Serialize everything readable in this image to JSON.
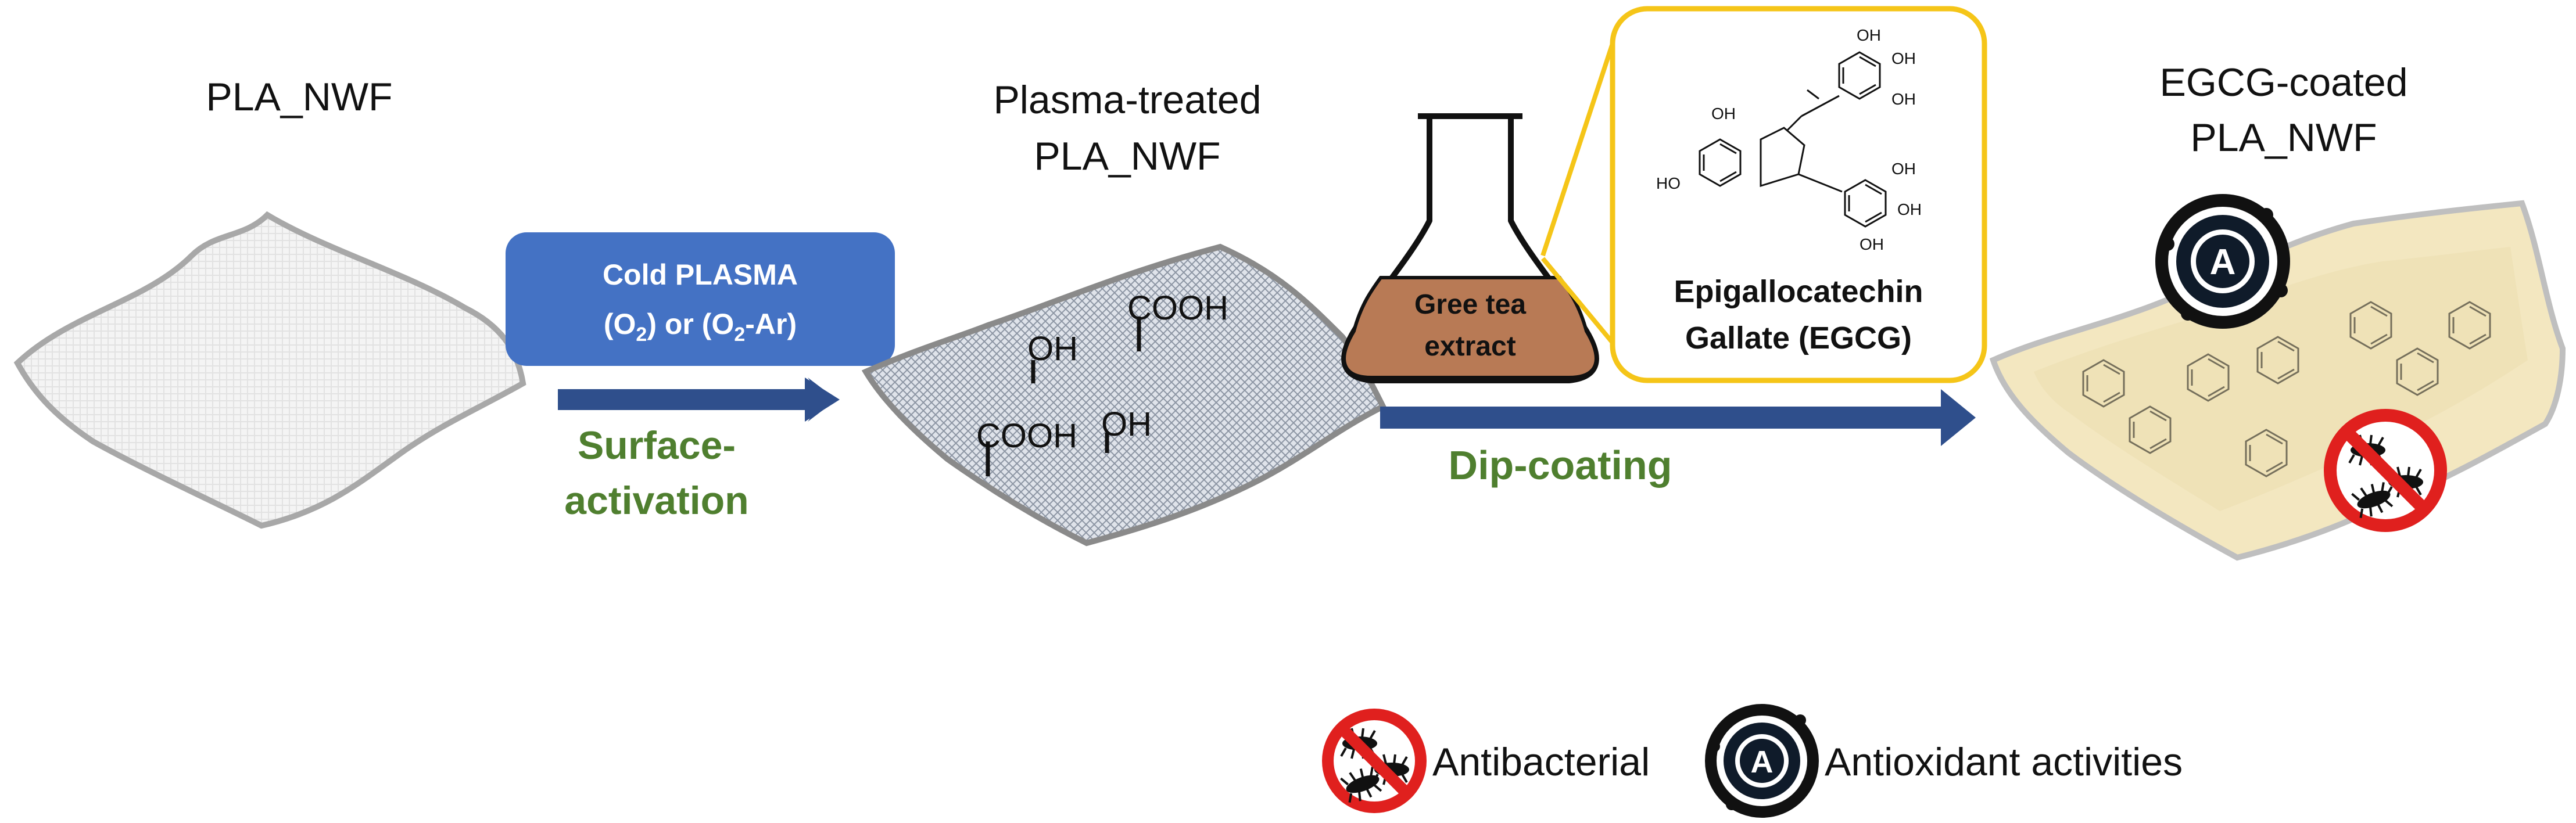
{
  "colors": {
    "arrow": "#2f4f8c",
    "plasma_box": "#4472c4",
    "green_text": "#4f7f2f",
    "flask_liquid": "#b87a55",
    "callout": "#f5c518",
    "coated_fabric": "#f3e7c0",
    "no_sign": "#e0201e",
    "antioxidant_ring": "#0f1b2a"
  },
  "stages": {
    "pla_nwf": "PLA_NWF",
    "plasma_treated": {
      "line1": "Plasma-treated",
      "line2": "PLA_NWF"
    },
    "coated": {
      "line1": "EGCG-coated",
      "line2": "PLA_NWF"
    }
  },
  "plasma_box": {
    "line1": "Cold PLASMA",
    "o2_a": "(O",
    "o2_sub": "2",
    "o2_b": ") or (O",
    "o2ar_sub": "2",
    "o2ar_b": "-Ar)"
  },
  "steps": {
    "surface_1": "Surface-",
    "surface_2": "activation",
    "dip": "Dip-coating"
  },
  "functional_groups": {
    "cooh": "COOH",
    "oh": "OH"
  },
  "flask": {
    "line1": "Gree tea",
    "line2": "extract"
  },
  "egcg": {
    "name_1": "Epigallocatechin",
    "name_2": "Gallate (EGCG)",
    "oh": "OH",
    "ho": "HO"
  },
  "antioxidant_badge": "A",
  "legend": {
    "antibacterial": "Antibacterial",
    "antioxidant": "Antioxidant activities"
  }
}
